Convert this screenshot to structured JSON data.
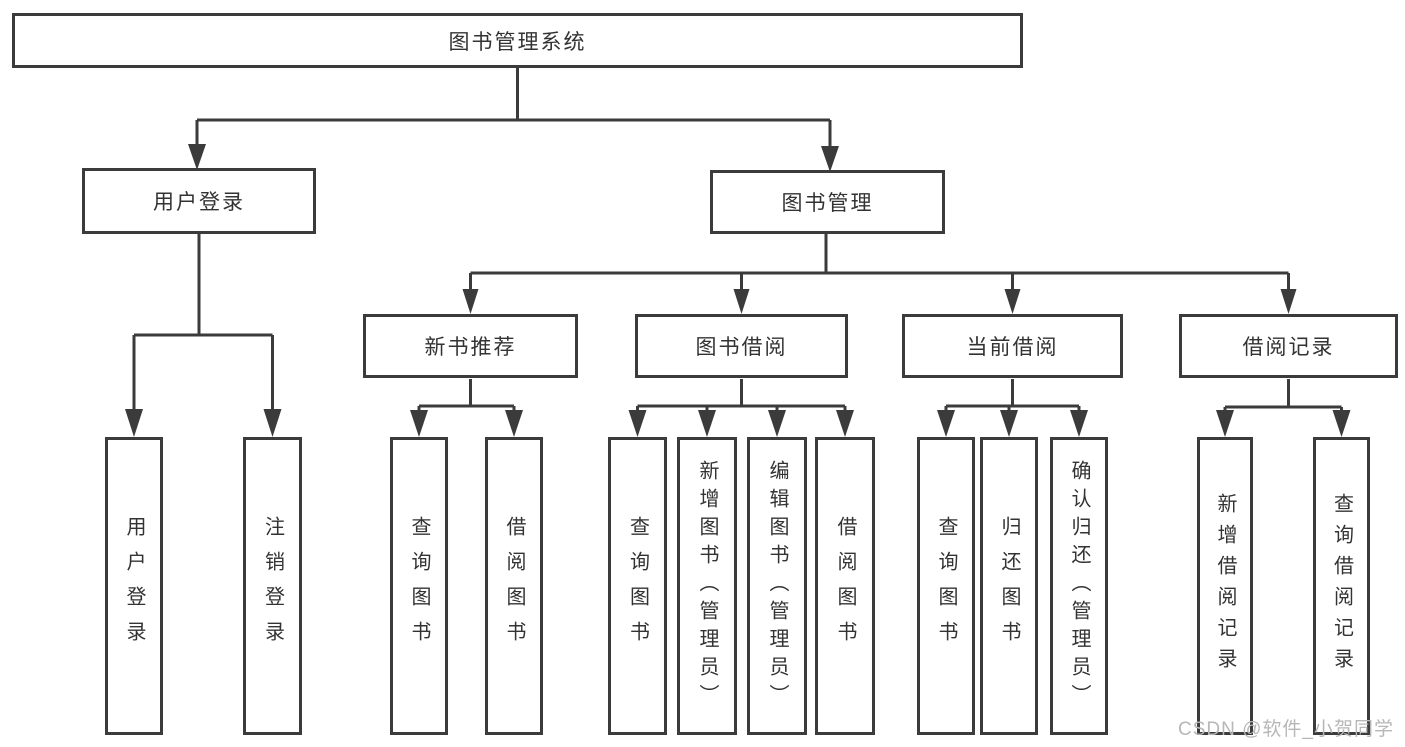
{
  "colors": {
    "line": "#3b3b3b",
    "text": "#333333",
    "watermark": "#b7b7b7",
    "background": "#ffffff"
  },
  "watermark": {
    "text": "CSDN @软件_小贺同学"
  },
  "tree": {
    "label": "图书管理系统",
    "children": [
      {
        "label": "用户登录",
        "children": [
          {
            "label": "用户登录"
          },
          {
            "label": "注销登录"
          }
        ]
      },
      {
        "label": "图书管理",
        "children": [
          {
            "label": "新书推荐",
            "children": [
              {
                "label": "查询图书"
              },
              {
                "label": "借阅图书"
              }
            ]
          },
          {
            "label": "图书借阅",
            "children": [
              {
                "label": "查询图书"
              },
              {
                "label": "新增图书（管理员）"
              },
              {
                "label": "编辑图书（管理员）"
              },
              {
                "label": "借阅图书"
              }
            ]
          },
          {
            "label": "当前借阅",
            "children": [
              {
                "label": "查询图书"
              },
              {
                "label": "归还图书"
              },
              {
                "label": "确认归还（管理员）"
              }
            ]
          },
          {
            "label": "借阅记录",
            "children": [
              {
                "label": "新增借阅记录"
              },
              {
                "label": "查询借阅记录"
              }
            ]
          }
        ]
      }
    ]
  }
}
